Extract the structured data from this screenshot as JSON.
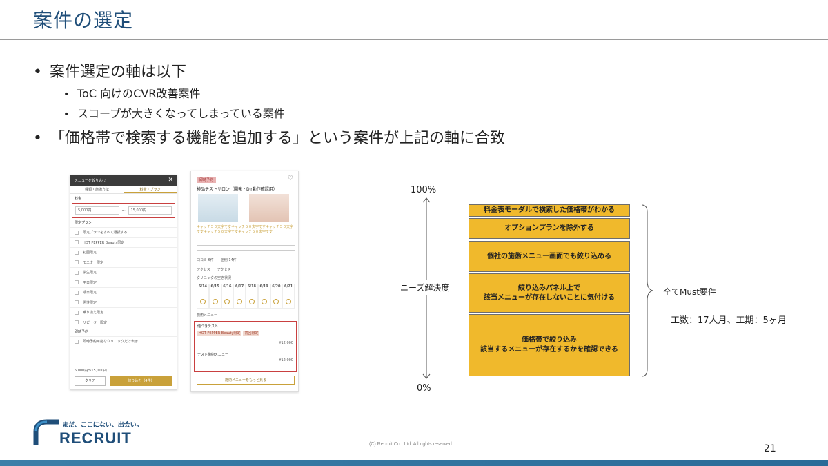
{
  "title": "案件の選定",
  "bullets": {
    "b1": "案件選定の軸は以下",
    "b1_sub": [
      "ToC 向けのCVR改善案件",
      "スコープが大きくなってしまっている案件"
    ],
    "b2": "「価格帯で検索する機能を追加する」という案件が上記の軸に合致"
  },
  "phone1": {
    "header": "メニューを絞り込む",
    "close": "✕",
    "tabs": [
      "種類・施術方法",
      "料金・プラン"
    ],
    "price_label": "料金",
    "price_min": "5,000円",
    "price_sep": "〜",
    "price_max": "15,000円",
    "plan_label": "限定プラン",
    "items": [
      "限定プランをすべて選択する",
      "HOT PEPPER Beauty限定",
      "初回限定",
      "モニター限定",
      "学生限定",
      "平日限定",
      "期日限定",
      "男性限定",
      "乗り換え限定",
      "リピーター限定"
    ],
    "reserve_label": "即時予約",
    "reserve_note": "即時予約可能なクリニックだけ表示",
    "range_text": "5,000円〜15,000円",
    "clear_button": "クリア",
    "go_button": "絞り込む（4件）"
  },
  "phone2": {
    "badge": "即時予約",
    "heart": "♡",
    "name": "検品テストサロン（開発・Dir動作確認用）",
    "catch": "キャッチ５０文字ですキャッチ５０文字ですキャッチ５０文字ですキャッチ５０文字ですキャッチ５０文字です",
    "reviews_label": "口コミ",
    "reviews_count": "6件",
    "posts_label": "症例",
    "posts_count": "14件",
    "access_label": "アクセス",
    "access_value": "アクセス",
    "calendar_label": "クリニックの空き状況",
    "dates": [
      "6/14",
      "6/15",
      "6/16",
      "6/17",
      "6/18",
      "6/19",
      "6/20",
      "6/21"
    ],
    "menu_label": "施術メニュー",
    "menu_title": "他づきテスト",
    "tags": [
      "HOT PEPPER Beauty限定",
      "初回限定"
    ],
    "menu_price1": "¥12,000",
    "menu_sub": "テスト施術メニュー",
    "menu_price2": "¥12,000",
    "more_button": "施術メニューをもっと見る"
  },
  "axis": {
    "top": "100%",
    "bottom": "0%",
    "label": "ニーズ解決度"
  },
  "requirements": [
    "料金表モーダルで検索した価格帯がわかる",
    "オプションプランを除外する",
    "個社の施術メニュー画面でも絞り込める",
    "絞り込みパネル上で\n該当メニューが存在しないことに気付ける",
    "価格帯で絞り込み\n該当するメニューが存在するかを確認できる"
  ],
  "must_label": "全てMust要件",
  "effort_label": "工数：17人月、工期：5ヶ月",
  "footer": {
    "logo_tagline": "まだ、ここにない、出会い。",
    "logo_word": "RECRUIT",
    "copyright": "(C) Recruit Co., Ltd. All rights reserved.",
    "page_number": "21"
  },
  "colors": {
    "title": "#1f4e79",
    "requirement_fill": "#f0b92c",
    "highlight_border": "#c94040",
    "bottom_bar": "#2a6b98"
  }
}
